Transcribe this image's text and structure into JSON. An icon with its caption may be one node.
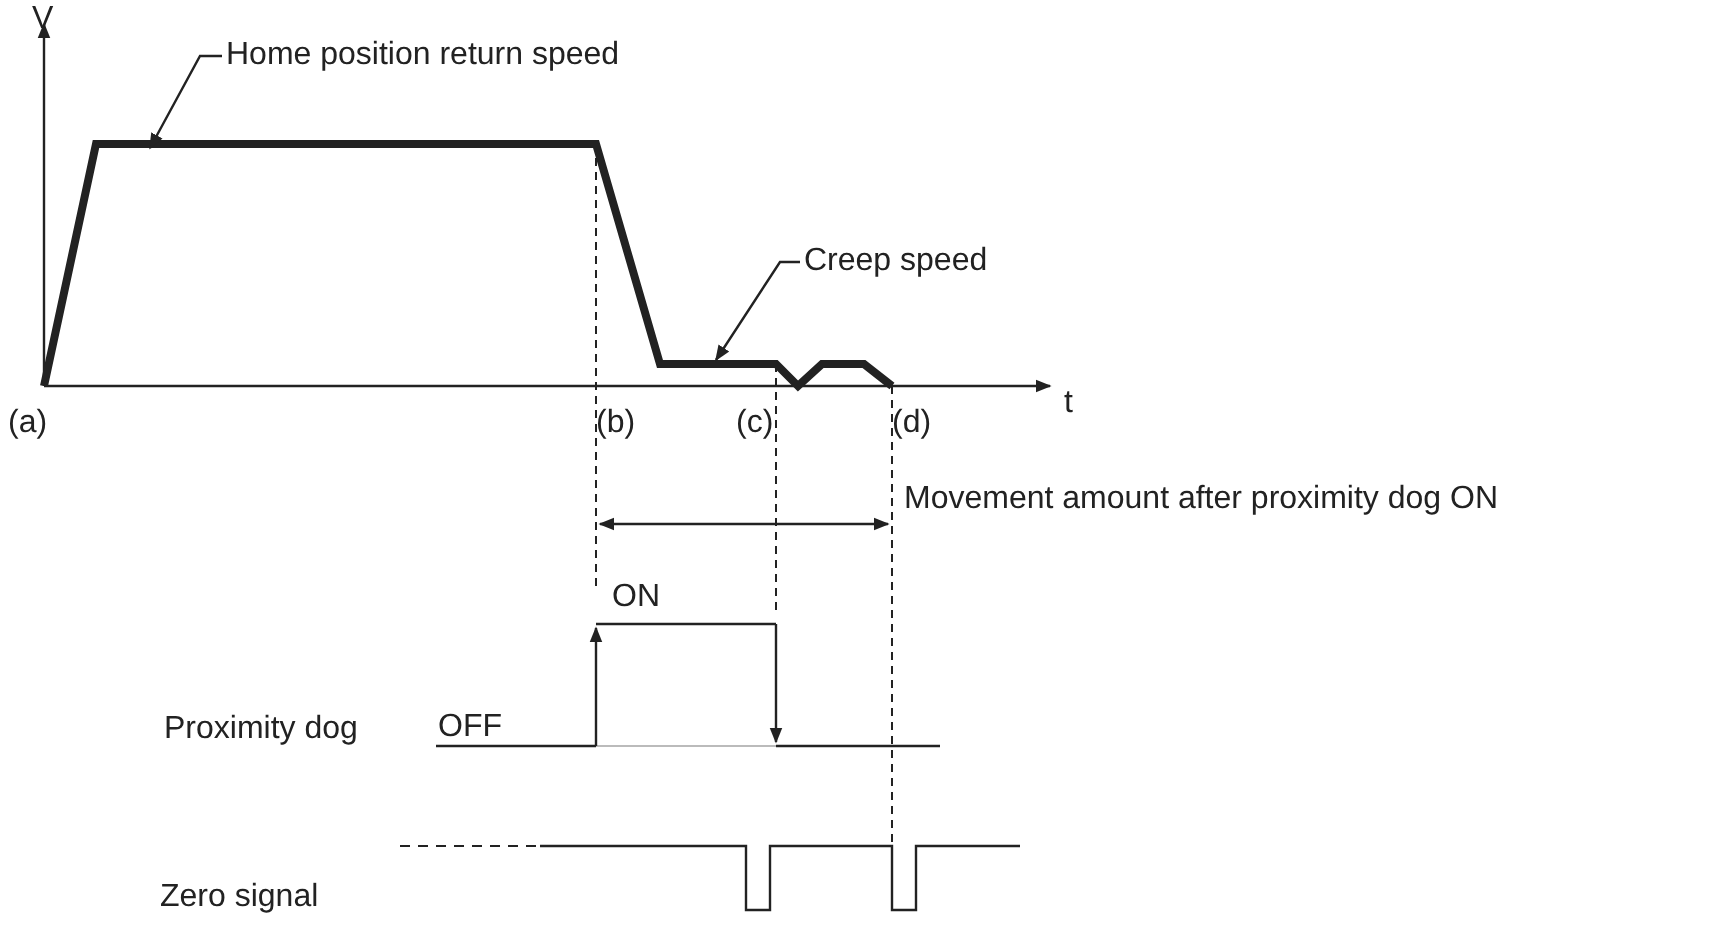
{
  "diagram": {
    "nodes": [
      {
        "text": [
          "Home position return speed"
        ]
      },
      {
        "text": [
          "Creep speed"
        ]
      },
      {
        "text": [],
        "shape": "picture"
      }
    ],
    "edges": [
      {
        "from": 0,
        "to": 2,
        "arrow": "to"
      },
      {
        "from": 1,
        "to": 2,
        "arrow": "to"
      }
    ],
    "labels": [
      "V",
      "t",
      "(a)",
      "(b)",
      "(c)",
      "(d)",
      "Movement amount after proximity dog ON",
      "ON",
      "Proximity dog",
      "OFF",
      "Zero signal"
    ]
  }
}
